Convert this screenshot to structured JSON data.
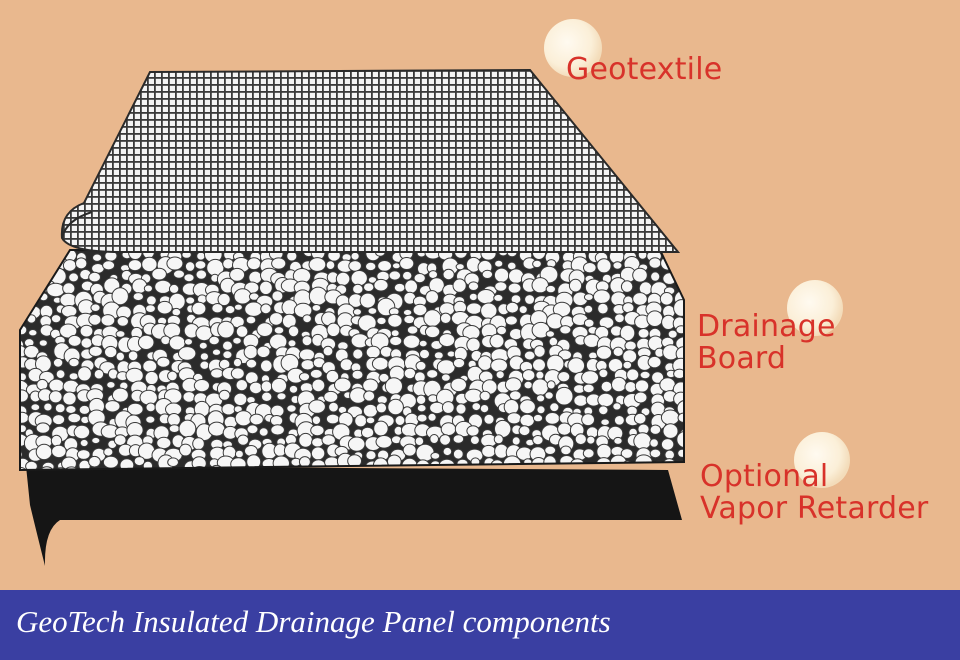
{
  "labels": {
    "geotextile": "Geotextile",
    "drainage_board": [
      "Drainage",
      "Board"
    ],
    "vapor_retarder": [
      "Optional",
      "Vapor Retarder"
    ]
  },
  "caption": "GeoTech Insulated Drainage Panel components",
  "colors": {
    "background": "#e9b88e",
    "label_red": "#d8322a",
    "caption_bar": "#3a3fa2",
    "highlight_dot": "#fbefd8",
    "vapor_layer": "#151515"
  }
}
